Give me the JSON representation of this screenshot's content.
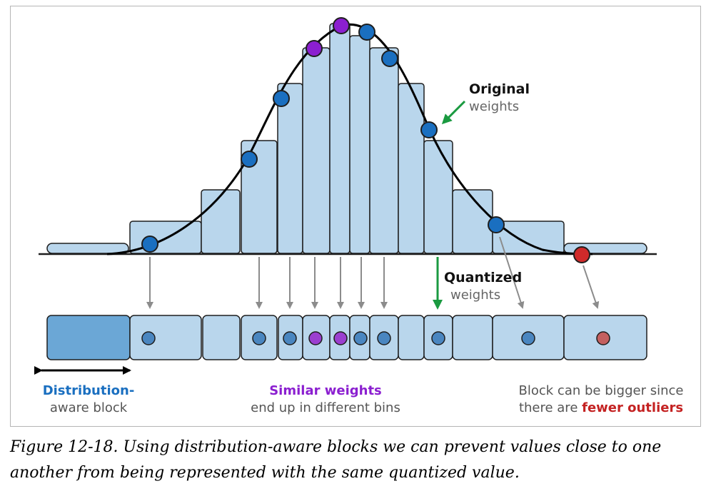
{
  "labels": {
    "original_1": "Original",
    "original_2": "weights",
    "quantized_1": "Quantized",
    "quantized_2": "weights",
    "distribution_1": "Distribution-",
    "distribution_2": "aware block",
    "similar_1": "Similar weights",
    "similar_2": "end up in different bins",
    "bigger_1": "Block can be bigger since",
    "bigger_2a": "there are ",
    "bigger_2b": "fewer outliers"
  },
  "caption": "Figure 12-18. Using distribution-aware blocks we can prevent values close to one another from being represented with the same quantized value.",
  "colors": {
    "bar_fill": "#b9d6ec",
    "block_fill_dark": "#6ba7d6",
    "weight_blue": "#1a6fc0",
    "weight_purple": "#8b1fd0",
    "weight_red": "#d02a2a",
    "arrow_gray": "#8c8c8c",
    "arrow_green": "#1a9a40",
    "text_blue": "#1a6fc0",
    "text_purple": "#8b1fd0",
    "text_red": "#c42222",
    "text_gray": "#666666"
  }
}
